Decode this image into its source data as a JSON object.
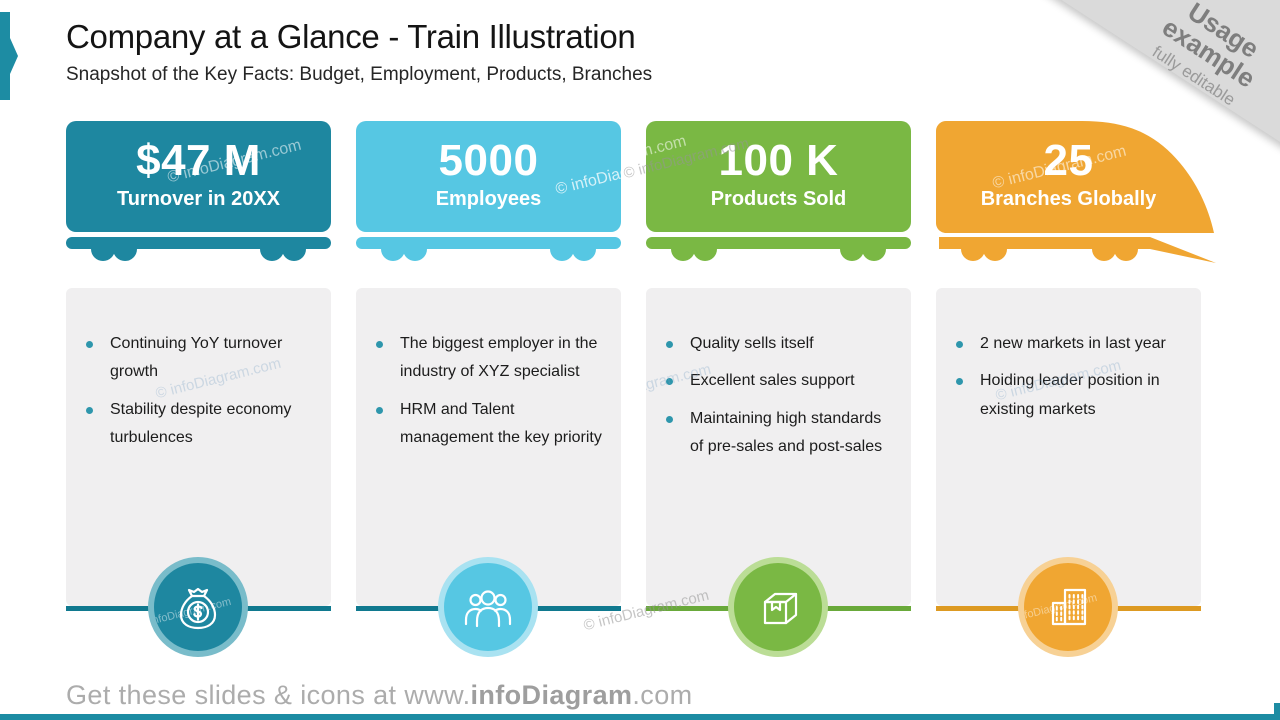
{
  "slide": {
    "title": "Company at a Glance - Train Illustration",
    "subtitle": "Snapshot of the Key Facts: Budget, Employment, Products, Branches",
    "watermark": "© infoDiagram.com",
    "ribbon": {
      "line1": "Usage example",
      "line2": "fully editable"
    },
    "footer": {
      "prefix": "Get these slides & icons at www.",
      "brand": "infoDiagram",
      "suffix": ".com"
    },
    "colors": {
      "accent_teal": "#1D8CA3",
      "panel_bg": "#F0EFF0",
      "ribbon_bg": "#DADADA",
      "bullet_dot": "#2E96AC",
      "footer_text": "#ACACAC"
    }
  },
  "cards": [
    {
      "value": "$47 M",
      "label": "Turnover in 20XX",
      "icon": "money-bag-icon",
      "color": "#1E87A0",
      "ring_color": "#79BCCA",
      "line_color": "#10798F",
      "bullets": [
        "Continuing YoY turnover growth",
        "Stability despite economy turbulences"
      ]
    },
    {
      "value": "5000",
      "label": "Employees",
      "icon": "people-icon",
      "color": "#56C7E3",
      "ring_color": "#A9E2F1",
      "line_color": "#10798F",
      "bullets": [
        "The biggest employer in the industry of XYZ specialist",
        "HRM and Talent management the key priority"
      ]
    },
    {
      "value": "100 K",
      "label": "Products Sold",
      "icon": "box-icon",
      "color": "#7AB844",
      "ring_color": "#BBDD96",
      "line_color": "#69A93A",
      "bullets": [
        "Quality sells itself",
        "Excellent sales support",
        "Maintaining high standards of pre-sales and post-sales"
      ]
    },
    {
      "value": "25",
      "label": "Branches Globally",
      "icon": "buildings-icon",
      "color": "#F0A632",
      "ring_color": "#F7D195",
      "line_color": "#DD9A22",
      "bullets": [
        "2 new markets in last year",
        "Hoiding leader position in existing markets"
      ]
    }
  ]
}
